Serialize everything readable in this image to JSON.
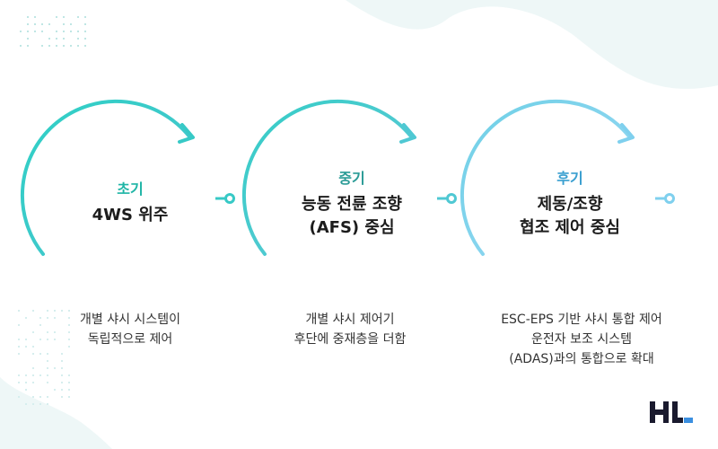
{
  "colors": {
    "teal_dark": "#3cc9c0",
    "teal": "#2ecfc6",
    "teal_mid": "#55c9d4",
    "blue_light": "#8fd6f2",
    "phase1": "#1fb5a6",
    "phase2": "#2a9b96",
    "phase3": "#3a9fd0",
    "bg_shape": "#eef7f7",
    "logo_dark": "#1a1a2e",
    "logo_blue": "#3b8fe0"
  },
  "stages": [
    {
      "phase": "초기",
      "title_lines": [
        "4WS 위주"
      ],
      "desc_lines": [
        "개별 샤시 시스템이",
        "독립적으로 제어"
      ]
    },
    {
      "phase": "중기",
      "title_lines": [
        "능동 전륜 조향",
        "(AFS) 중심"
      ],
      "desc_lines": [
        "개별 샤시 제어기",
        "후단에 중재층을 더함"
      ]
    },
    {
      "phase": "후기",
      "title_lines": [
        "제동/조향",
        "협조 제어 중심"
      ],
      "desc_lines": [
        "ESC-EPS  기반 샤시 통합 제어",
        "운전자 보조 시스템",
        "(ADAS)과의 통합으로 확대"
      ]
    }
  ],
  "logo": {
    "icon": "hl-logo-icon"
  }
}
